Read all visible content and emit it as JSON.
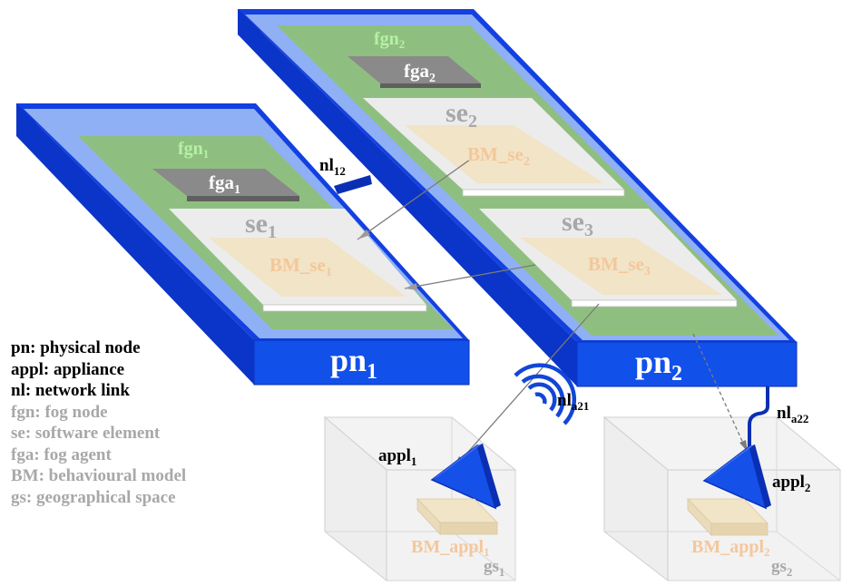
{
  "colors": {
    "physical_node_top": "#1340e0",
    "physical_node_front": "#1250ea",
    "physical_node_light": "#8fb0f4",
    "fog_node": "#8fbf80",
    "fog_agent": "#8a8a8a",
    "software_element": "#ececec",
    "behaviour_model": "#f1e4c7",
    "behaviour_text": "#f4c79a",
    "gray_text": "#a8a8a8",
    "fog_text": "#b6f0a6",
    "link": "#1246d6",
    "appliance": "#1550e8",
    "space": "#e8e8e8"
  },
  "nodes": {
    "pn1": {
      "label": "pn",
      "sub": "1"
    },
    "pn2": {
      "label": "pn",
      "sub": "2"
    },
    "fgn1": {
      "label": "fgn",
      "sub": "1"
    },
    "fgn2": {
      "label": "fgn",
      "sub": "2"
    },
    "fga1": {
      "label": "fga",
      "sub": "1"
    },
    "fga2": {
      "label": "fga",
      "sub": "2"
    },
    "se1": {
      "label": "se",
      "sub": "1"
    },
    "se2": {
      "label": "se",
      "sub": "2"
    },
    "se3": {
      "label": "se",
      "sub": "3"
    },
    "bm_se1": {
      "label": "BM_se",
      "sub": "1"
    },
    "bm_se2": {
      "label": "BM_se",
      "sub": "2"
    },
    "bm_se3": {
      "label": "BM_se",
      "sub": "3"
    },
    "appl1": {
      "label": "appl",
      "sub": "1"
    },
    "appl2": {
      "label": "appl",
      "sub": "2"
    },
    "bm_appl1": {
      "label": "BM_appl",
      "sub": "1"
    },
    "bm_appl2": {
      "label": "BM_appl",
      "sub": "2"
    },
    "gs1": {
      "label": "gs",
      "sub": "1"
    },
    "gs2": {
      "label": "gs",
      "sub": "2"
    }
  },
  "links": {
    "nl12": {
      "label": "nl",
      "sub": "12"
    },
    "nla21": {
      "label": "nl",
      "sub": "a21"
    },
    "nla22": {
      "label": "nl",
      "sub": "a22"
    }
  },
  "legend": [
    {
      "text": "pn: physical node",
      "style": "dark"
    },
    {
      "text": "appl: appliance",
      "style": "dark"
    },
    {
      "text": "nl: network link",
      "style": "dark"
    },
    {
      "text": "fgn: fog node",
      "style": "gray"
    },
    {
      "text": "se: software element",
      "style": "gray"
    },
    {
      "text": "fga: fog agent",
      "style": "gray"
    },
    {
      "text": "BM: behavioural model",
      "style": "gray"
    },
    {
      "text": "gs: geographical space",
      "style": "gray"
    }
  ]
}
